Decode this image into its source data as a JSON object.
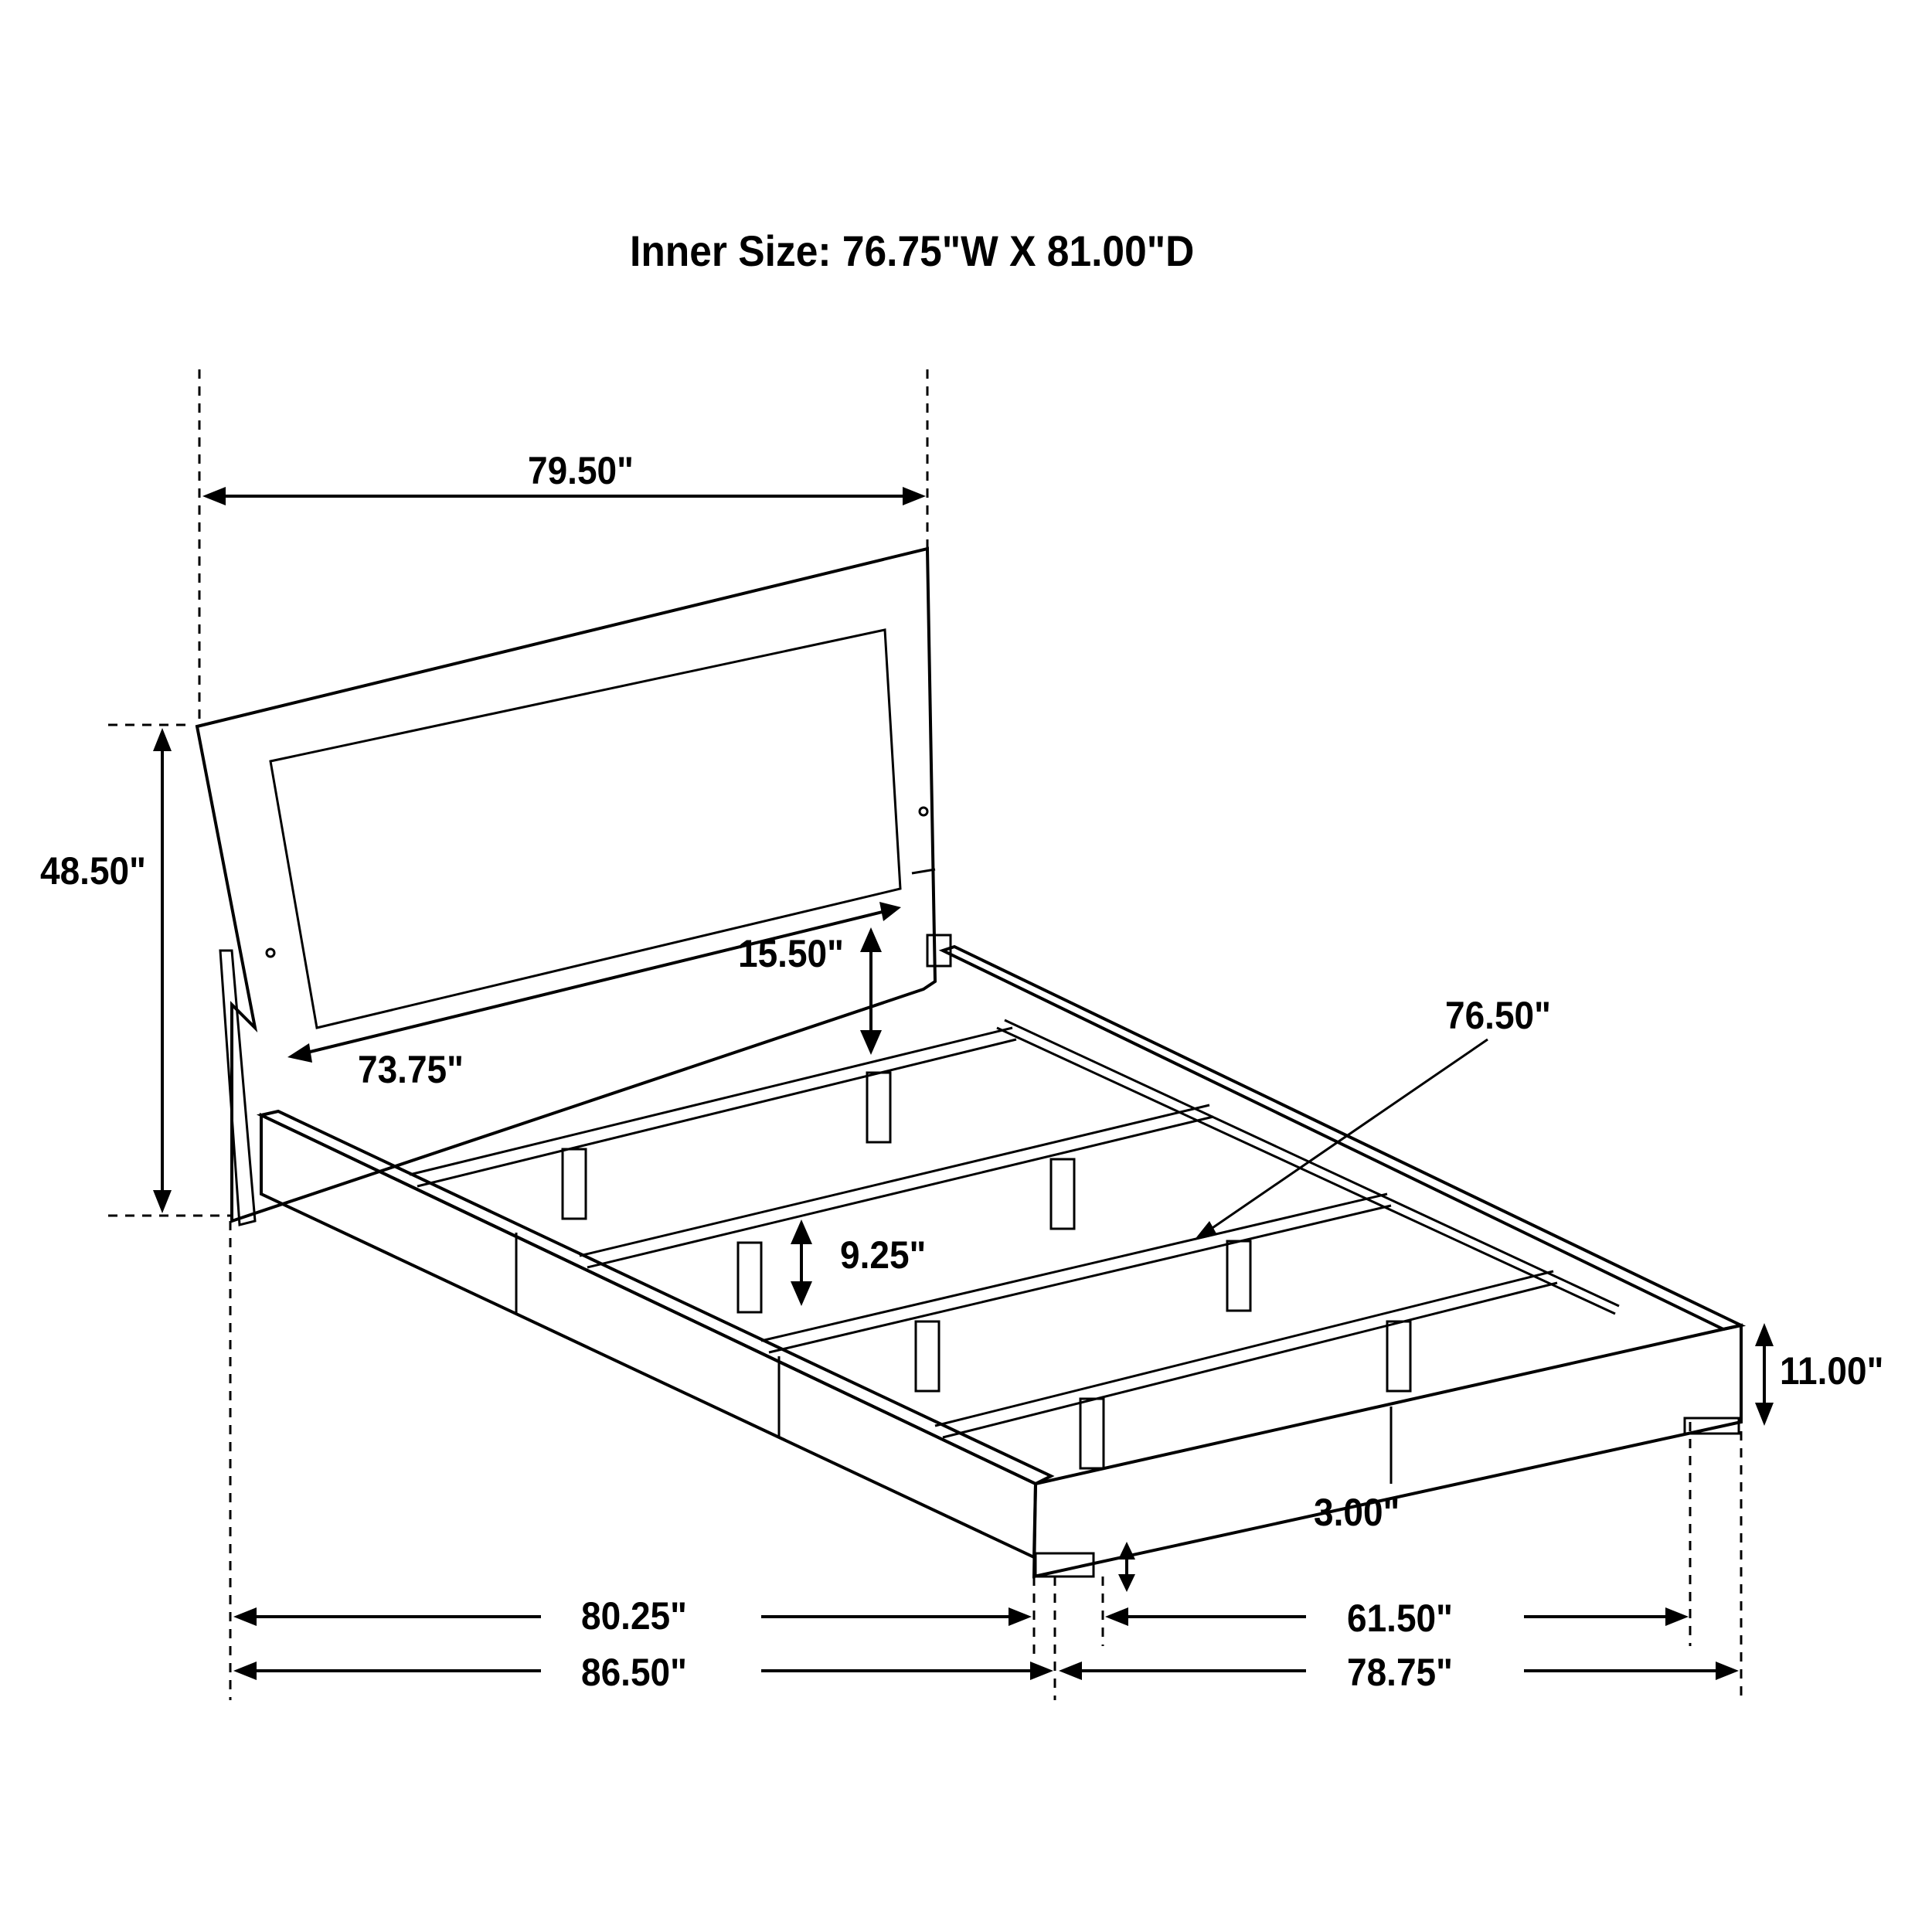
{
  "title": "Inner Size: 76.75\"W X 81.00\"D",
  "dimensions": {
    "headboard_width": "79.50\"",
    "headboard_height": "48.50\"",
    "headboard_panel_width": "73.75\"",
    "headboard_clearance": "15.50\"",
    "slat_length": "76.50\"",
    "slat_leg_height": "9.25\"",
    "footboard_height": "11.00\"",
    "floor_clearance": "3.00\"",
    "rail_length_inner": "80.25\"",
    "overall_length": "86.50\"",
    "foot_width_inner": "61.50\"",
    "overall_width": "78.75\""
  },
  "colors": {
    "line": "#000000",
    "background": "#ffffff"
  }
}
